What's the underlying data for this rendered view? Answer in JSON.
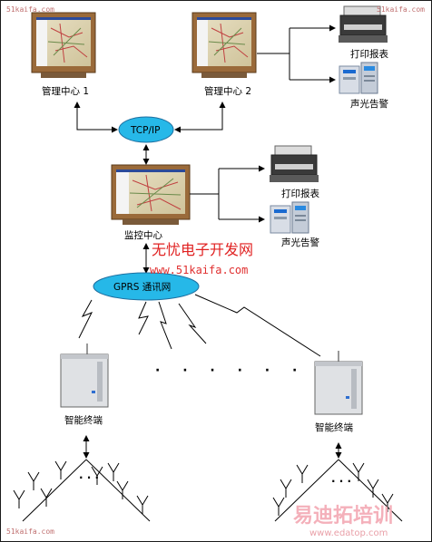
{
  "labels": {
    "mgmt1": "管理中心 1",
    "mgmt2": "管理中心 2",
    "tcpip": "TCP/IP",
    "monitor": "监控中心",
    "gprs": "GPRS 通讯网",
    "print_top": "打印报表",
    "alarm_top": "声光告警",
    "print_mid": "打印报表",
    "alarm_mid": "声光告警",
    "terminal_left": "智能终端",
    "terminal_right": "智能终端",
    "ellipsis_dots": "· · · · · ·",
    "tree_dots": "· · ·"
  },
  "watermarks": {
    "top_left": "51kaifa.com",
    "top_right": "51kaifa.com",
    "center_cn": "无忧电子开发网",
    "center_url": "www.51kaifa.com",
    "bottom_left": "51kaifa.com",
    "bottom_right_cn": "易迪拓培训",
    "bottom_right_url": "www.edatop.com"
  },
  "colors": {
    "bubble": "#26b8e8",
    "wm_red": "#e06060",
    "edatop_pink": "#f08a9a"
  }
}
